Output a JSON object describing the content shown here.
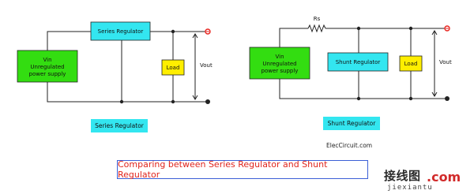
{
  "series_circuit": {
    "regulator_label": "Series Regulator",
    "source_lines": [
      "Vin",
      "Unregulated",
      "power supply"
    ],
    "load_label": "Load",
    "vout_label": "Vout"
  },
  "shunt_circuit": {
    "resistor_label": "Rs",
    "regulator_label": "Shunt Regulator",
    "source_lines": [
      "Vin",
      "Unregulated",
      "power supply"
    ],
    "load_label": "Load",
    "vout_label": "Vout"
  },
  "captions": {
    "series": "Series Regulator",
    "shunt": "Shunt Regulator"
  },
  "site_label": "ElecCircuit.com",
  "banner_title": "Comparing between Series Regulator and Shunt Regulator",
  "watermark": {
    "brand_cn": "接线图",
    "brand_com": ".com",
    "brand_sub": "jiexiantu"
  },
  "colors": {
    "source_fill": "#33dd11",
    "regulator_fill": "#33e6f0",
    "load_fill": "#ffee00",
    "terminal_red": "#e8221c",
    "banner_border": "#3b5fd6",
    "banner_text": "#e0241c"
  }
}
